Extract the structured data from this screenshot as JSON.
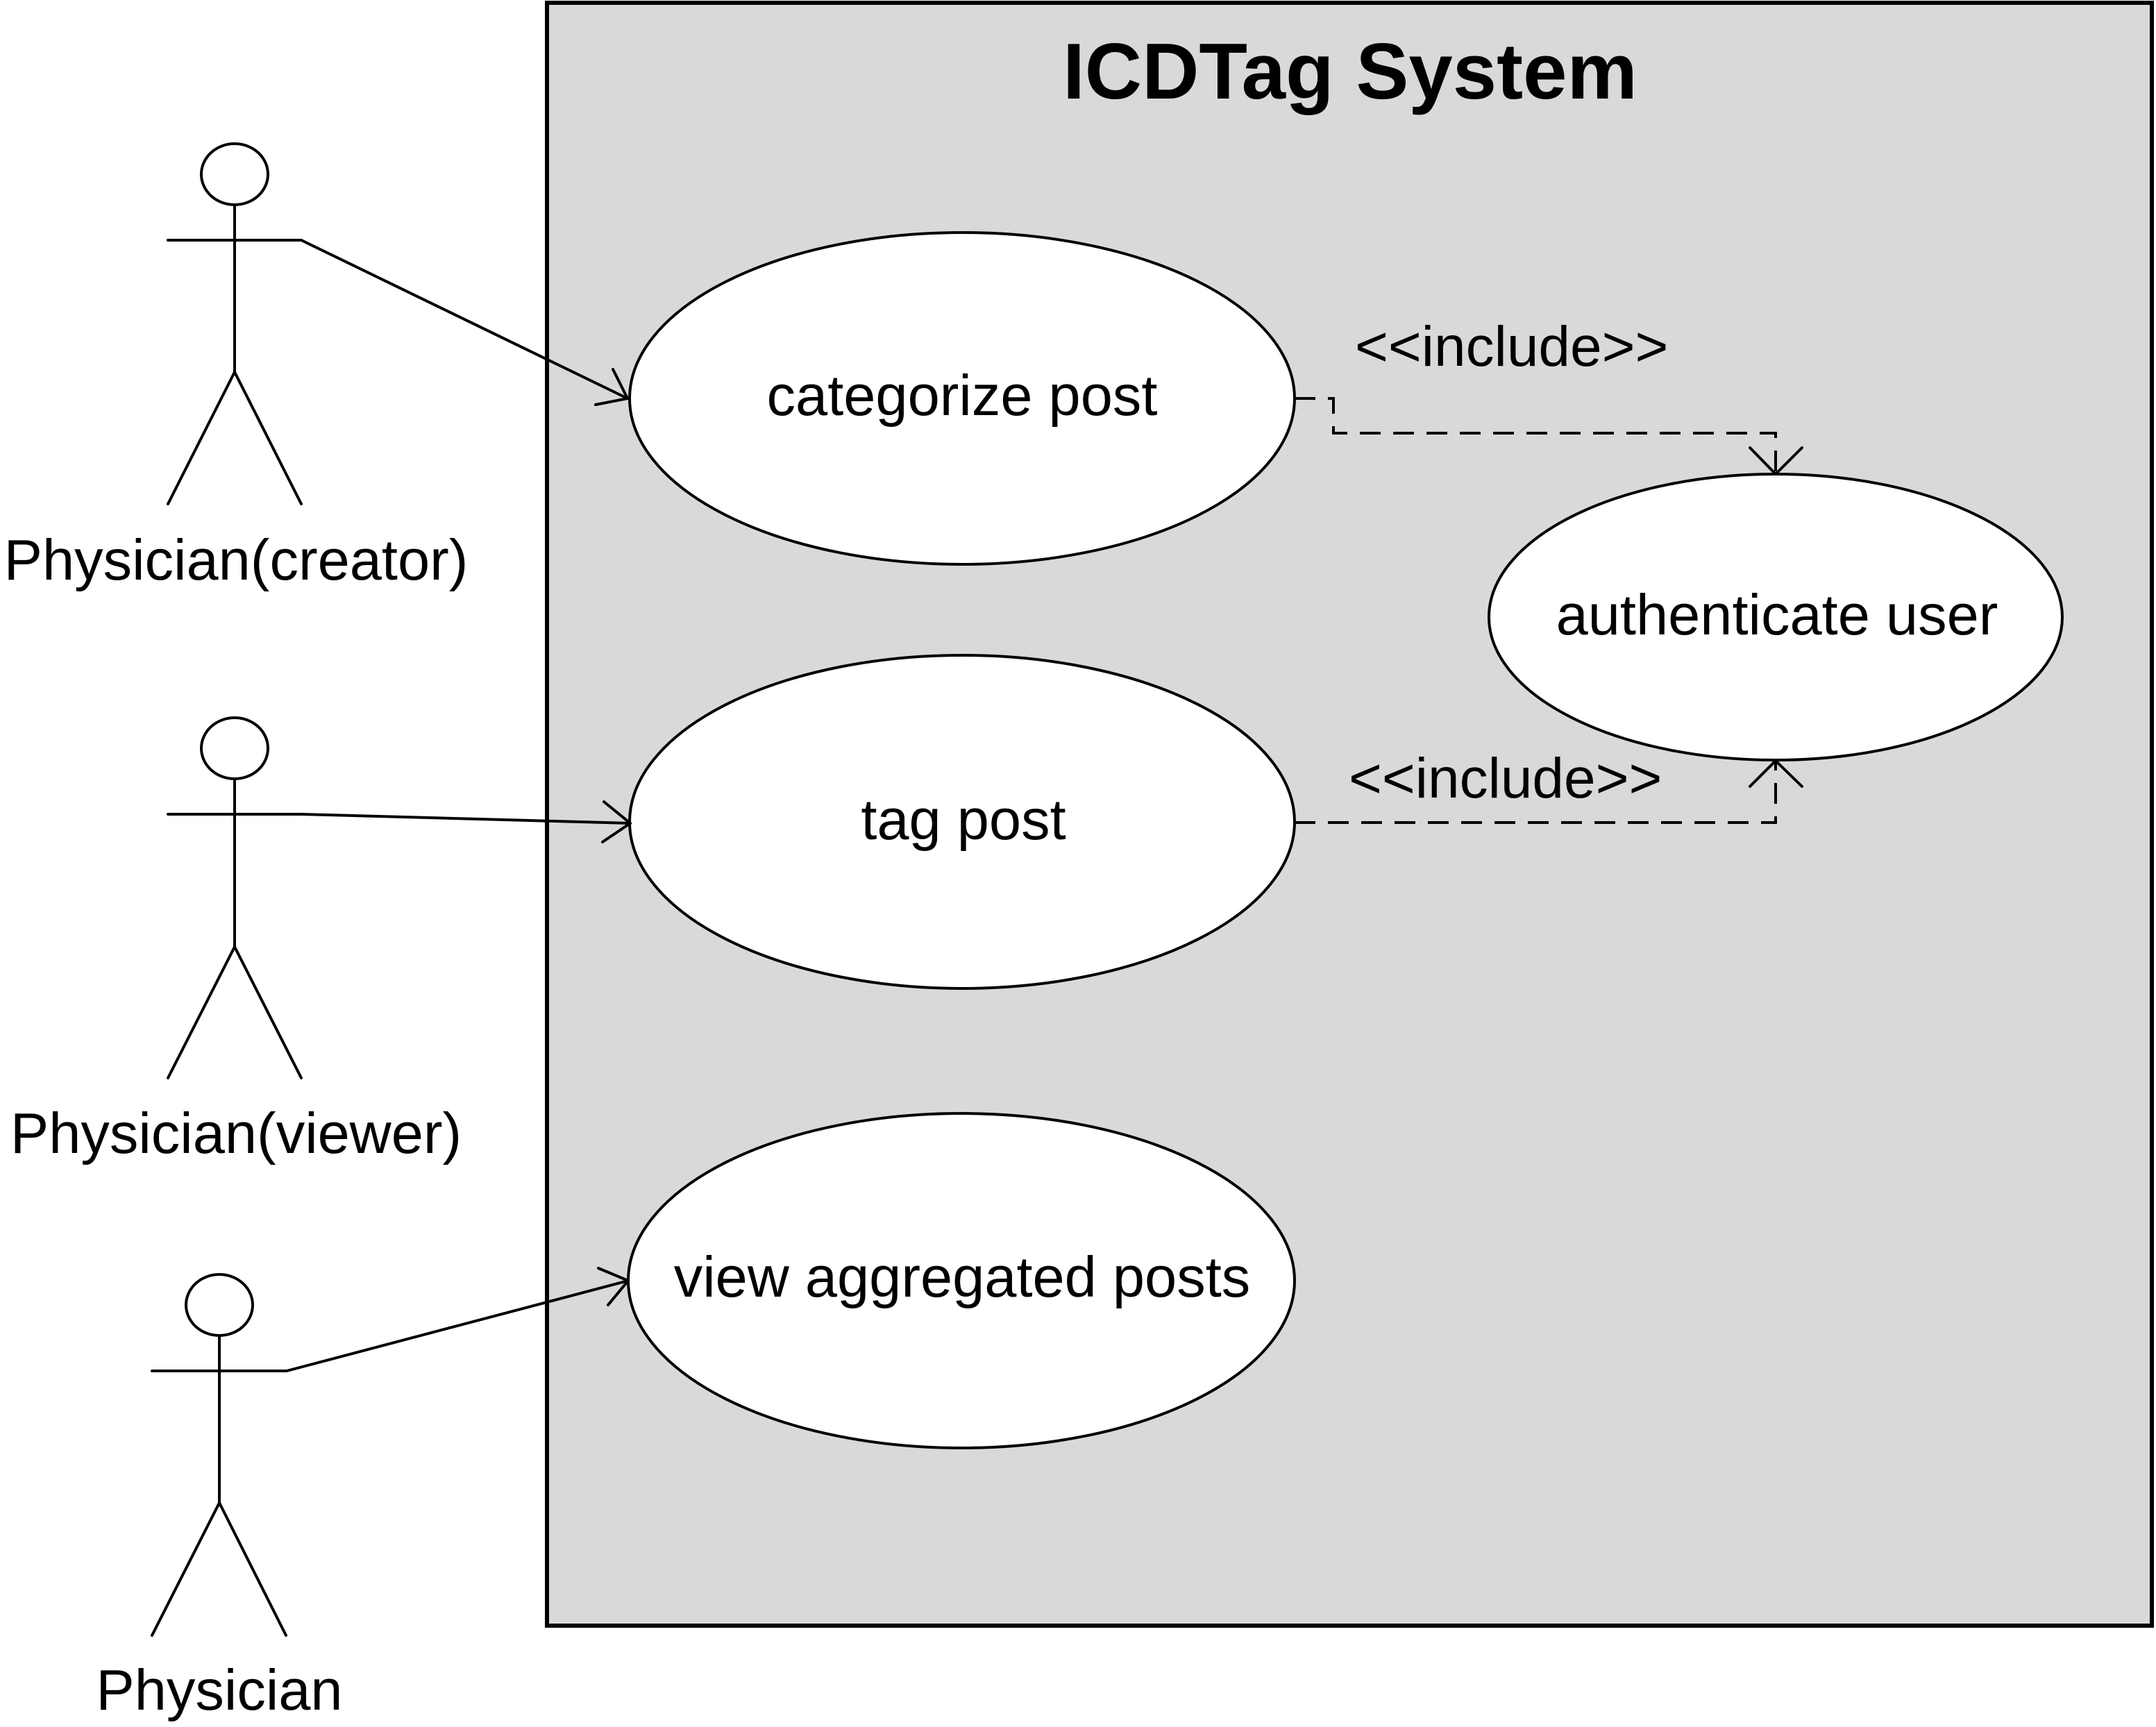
{
  "diagram": {
    "type": "uml-use-case",
    "colors": {
      "system_fill": "#d9d9d9",
      "use_case_fill": "#ffffff",
      "line": "#000000",
      "background": "#ffffff"
    },
    "system": {
      "title": "ICDTag System"
    },
    "actors": [
      {
        "id": "creator",
        "label": "Physician(creator)"
      },
      {
        "id": "viewer",
        "label": "Physician(viewer)"
      },
      {
        "id": "physician",
        "label": "Physician"
      }
    ],
    "use_cases": [
      {
        "id": "categorize",
        "label": "categorize post"
      },
      {
        "id": "tag",
        "label": "tag post"
      },
      {
        "id": "view",
        "label": "view aggregated posts"
      },
      {
        "id": "auth",
        "label": "authenticate user"
      }
    ],
    "associations": [
      {
        "from": "creator",
        "to": "categorize",
        "style": "solid-open-arrow"
      },
      {
        "from": "viewer",
        "to": "tag",
        "style": "solid-open-arrow"
      },
      {
        "from": "physician",
        "to": "view",
        "style": "solid-open-arrow"
      }
    ],
    "includes": [
      {
        "from": "categorize",
        "to": "auth",
        "label": "<<include>>",
        "style": "dashed-open-arrow"
      },
      {
        "from": "tag",
        "to": "auth",
        "label": "<<include>>",
        "style": "dashed-open-arrow"
      }
    ]
  }
}
